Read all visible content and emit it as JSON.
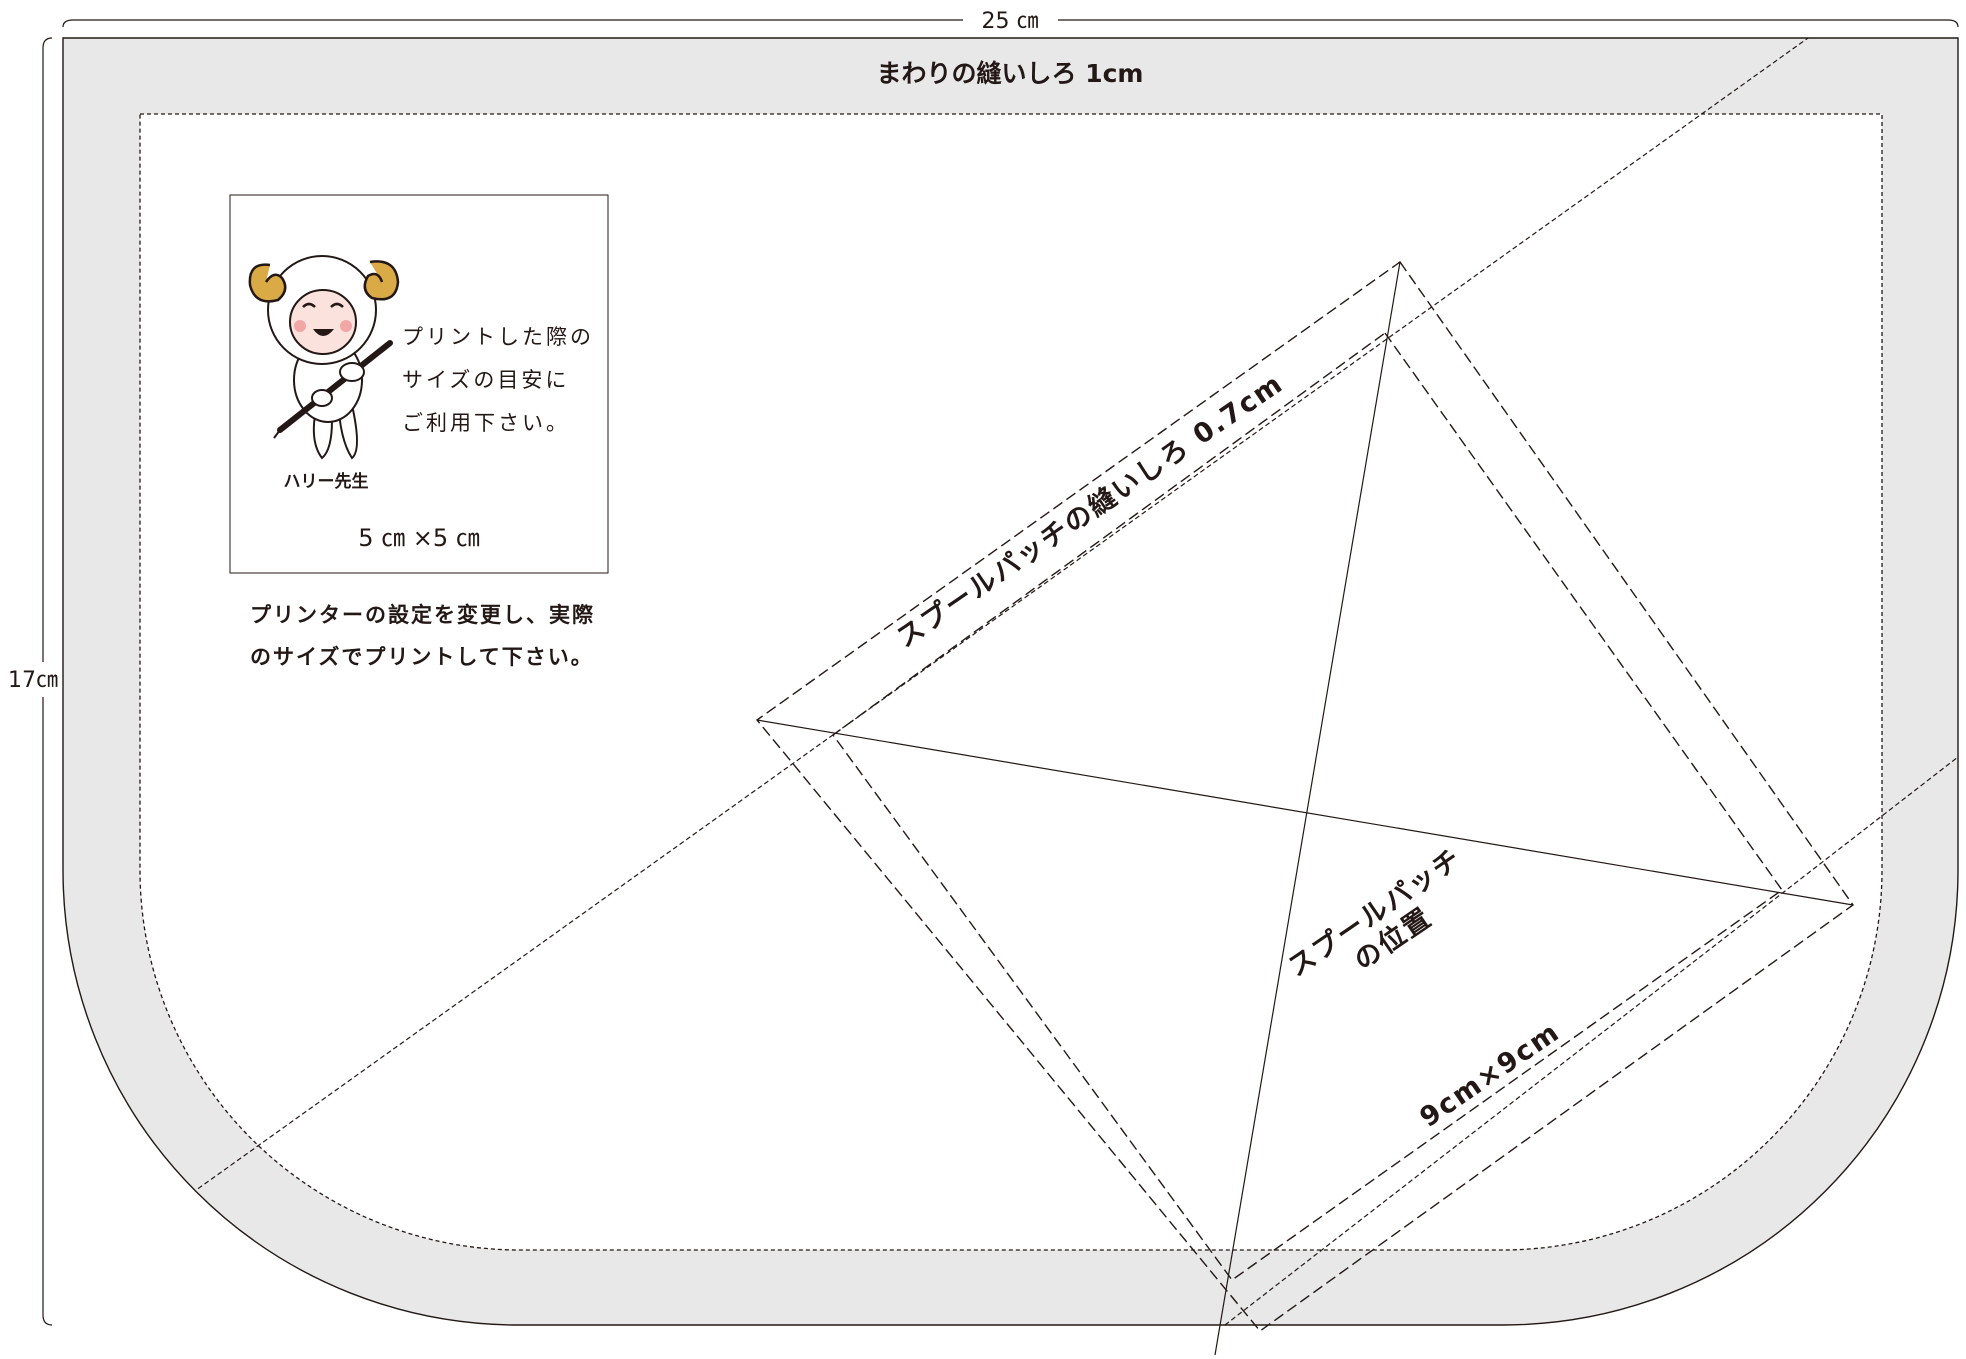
{
  "dimensions": {
    "width_label": "25 ㎝",
    "height_label": "17㎝"
  },
  "seam_allowance_label": "まわりの縫いしろ 1cm",
  "patch": {
    "seam_label": "スプールパッチの縫いしろ 0.7cm",
    "position_label_line1": "スプールパッチ",
    "position_label_line2": "の位置",
    "size_label": "9cm×9cm"
  },
  "scale_box": {
    "note_lines": [
      "プリントした際の",
      "サイズの目安に",
      "ご利用下さい。"
    ],
    "teacher_name": "ハリー先生",
    "size_label": "5 ㎝ ×5 ㎝"
  },
  "printer_note_lines": [
    "プリンターの設定を変更し、実際",
    "のサイズでプリントして下さい。"
  ],
  "colors": {
    "allowance_fill": "#e8e8e9",
    "line": "#231815",
    "horn": "#d9aa45",
    "cheek": "#f2a7a7",
    "face": "#fbe2dc"
  },
  "icons": [
    "sheep-mascot-icon"
  ]
}
